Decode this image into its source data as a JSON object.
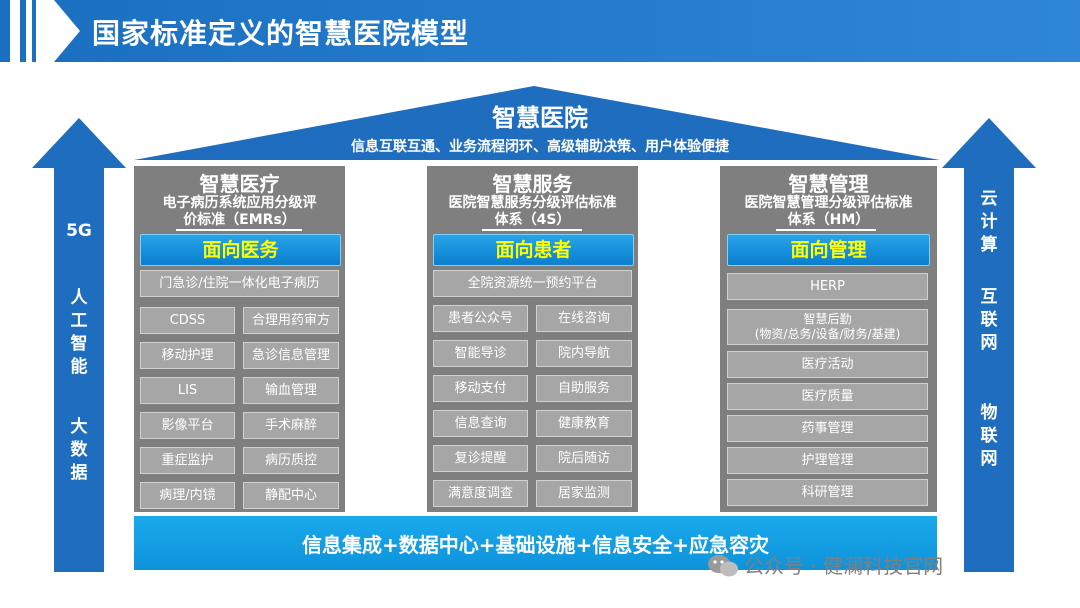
{
  "header": {
    "title": "国家标准定义的智慧医院模型"
  },
  "roof": {
    "title": "智慧医院",
    "subtitle": "信息互联互通、业务流程闭环、高级辅助决策、用户体验便捷"
  },
  "left_arrow": {
    "lines": [
      "5G",
      "人",
      "工",
      "智",
      "能",
      "大",
      "数",
      "据"
    ]
  },
  "right_arrow": {
    "lines": [
      "云",
      "计",
      "算",
      "互",
      "联",
      "网",
      "物",
      "联",
      "网"
    ]
  },
  "pillars": [
    {
      "title": "智慧医疗",
      "subtitle": [
        "电子病历系统应用分级评",
        "价标准（EMRs）"
      ],
      "face": "面向医务",
      "items": [
        "门急诊/住院一体化电子病历",
        "CDSS",
        "合理用药审方",
        "移动护理",
        "急诊信息管理",
        "LIS",
        "输血管理",
        "影像平台",
        "手术麻醉",
        "重症监护",
        "病历质控",
        "病理/内镜",
        "静配中心"
      ]
    },
    {
      "title": "智慧服务",
      "subtitle": [
        "医院智慧服务分级评估标准",
        "体系（4S）"
      ],
      "face": "面向患者",
      "items": [
        "全院资源统一预约平台",
        "患者公众号",
        "在线咨询",
        "智能导诊",
        "院内导航",
        "移动支付",
        "自助服务",
        "信息查询",
        "健康教育",
        "复诊提醒",
        "院后随访",
        "满意度调查",
        "居家监测"
      ]
    },
    {
      "title": "智慧管理",
      "subtitle": [
        "医院智慧管理分级评估标准",
        "体系（HM）"
      ],
      "face": "面向管理",
      "items": [
        "HERP",
        "智慧后勤",
        "(物资/总务/设备/财务/基建)",
        "医疗活动",
        "医疗质量",
        "药事管理",
        "护理管理",
        "科研管理"
      ]
    }
  ],
  "bottom": {
    "label": "信息集成+数据中心+基础设施+信息安全+应急容灾"
  },
  "watermark": {
    "text": "公众号 · 健澜科技官网"
  },
  "colors": {
    "header": "#1a6fc0",
    "roof": "#1f6dbe",
    "pillar": "#7f7f7f",
    "item": "#a6a6a6",
    "face_text": "#ffff00",
    "base": "#1aa9ec"
  }
}
